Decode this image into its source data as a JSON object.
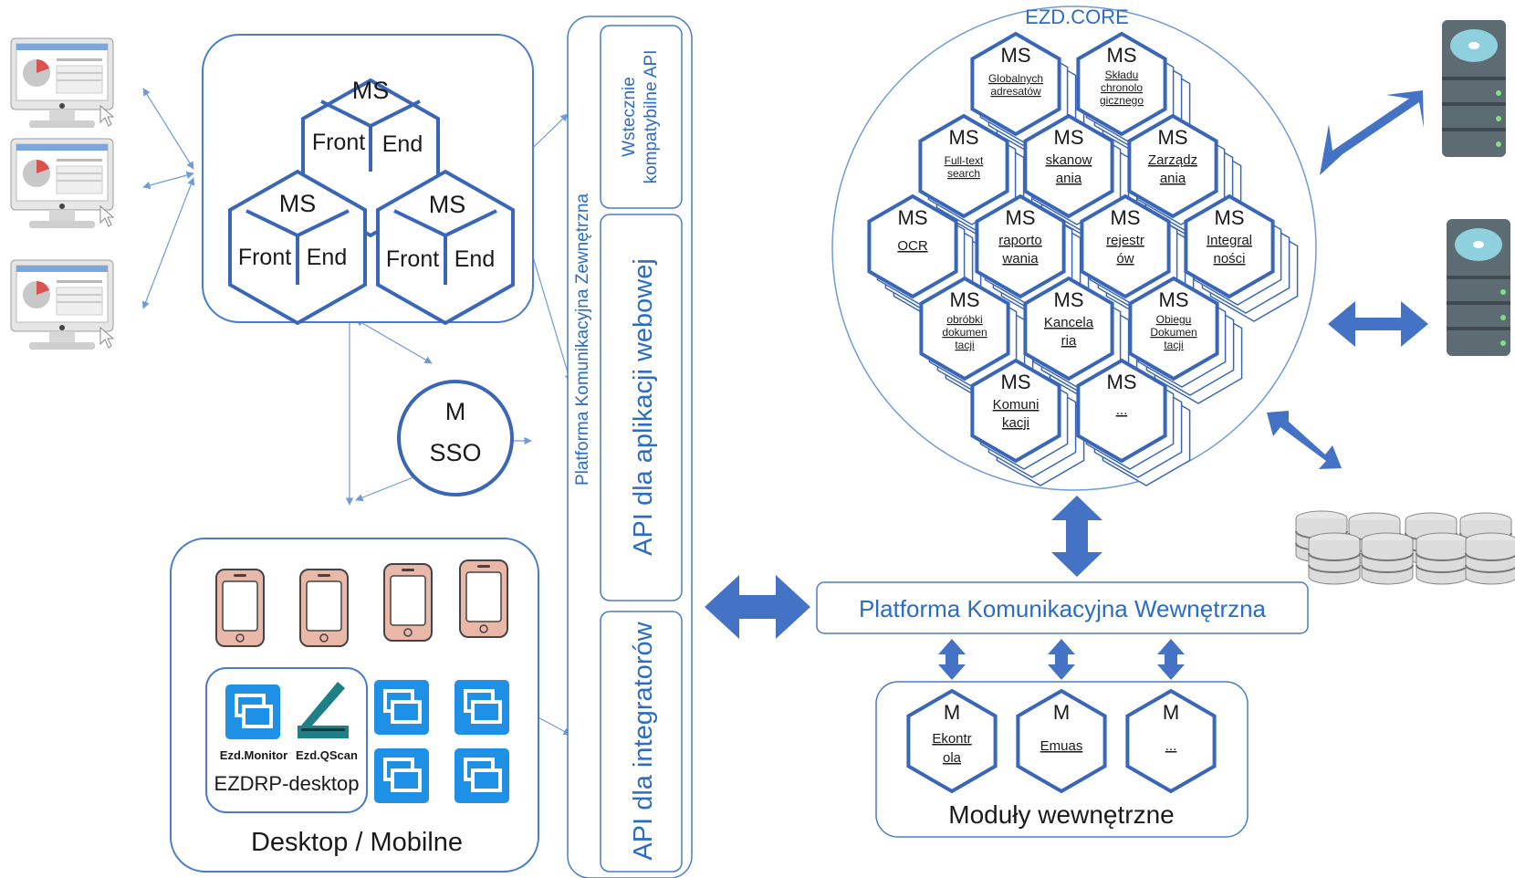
{
  "front_cluster": {
    "hex_top": {
      "ms": "MS",
      "left": "Front",
      "right": "End"
    },
    "hex_left": {
      "ms": "MS",
      "left": "Front",
      "right": "End"
    },
    "hex_right": {
      "ms": "MS",
      "left": "Front",
      "right": "End"
    }
  },
  "sso": {
    "line1": "M",
    "line2": "SSO"
  },
  "external_platform": {
    "title": "Platforma Komunikacyjna Zewnętrzna",
    "api_compat_line1": "Wstecznie",
    "api_compat_line2": "kompatybilne API",
    "api_web": "API dla aplikacji webowej",
    "api_integrators": "API dla integratorów"
  },
  "desktop_mobile": {
    "title": "Desktop / Mobilne",
    "ezdrp_title": "EZDRP-desktop",
    "app1": "Ezd.Monitor",
    "app2": "Ezd.QScan"
  },
  "core": {
    "title": "EZD.CORE",
    "ms": "MS",
    "modules": [
      {
        "l1": "Globalnych",
        "l2": "adresatów",
        "l3": ""
      },
      {
        "l1": "Składu",
        "l2": "chronolo",
        "l3": "gicznego"
      },
      {
        "l1": "Full-text",
        "l2": "search",
        "l3": ""
      },
      {
        "l1": "skanow",
        "l2": "ania",
        "l3": ""
      },
      {
        "l1": "Zarządz",
        "l2": "ania",
        "l3": ""
      },
      {
        "l1": "OCR",
        "l2": "",
        "l3": ""
      },
      {
        "l1": "raporto",
        "l2": "wania",
        "l3": ""
      },
      {
        "l1": "rejestr",
        "l2": "ów",
        "l3": ""
      },
      {
        "l1": "Integral",
        "l2": "ności",
        "l3": ""
      },
      {
        "l1": "obróbki",
        "l2": "dokumen",
        "l3": "tacji"
      },
      {
        "l1": "Kancela",
        "l2": "ria",
        "l3": ""
      },
      {
        "l1": "Obiegu",
        "l2": "Dokumen",
        "l3": "tacji"
      },
      {
        "l1": "Komuni",
        "l2": "kacji",
        "l3": ""
      },
      {
        "l1": "...",
        "l2": "",
        "l3": ""
      }
    ]
  },
  "internal_platform": {
    "title": "Platforma Komunikacyjna Wewnętrzna"
  },
  "internal_modules": {
    "title": "Moduły wewnętrzne",
    "m": "M",
    "items": [
      {
        "l1": "Ekontr",
        "l2": "ola"
      },
      {
        "l1": "Emuas",
        "l2": ""
      },
      {
        "l1": "...",
        "l2": ""
      }
    ]
  },
  "colors": {
    "line": "#4a7cc9",
    "arrow": "#3e6fc2",
    "text_blue": "#2b6cc4",
    "hex": "#3a66b8"
  }
}
